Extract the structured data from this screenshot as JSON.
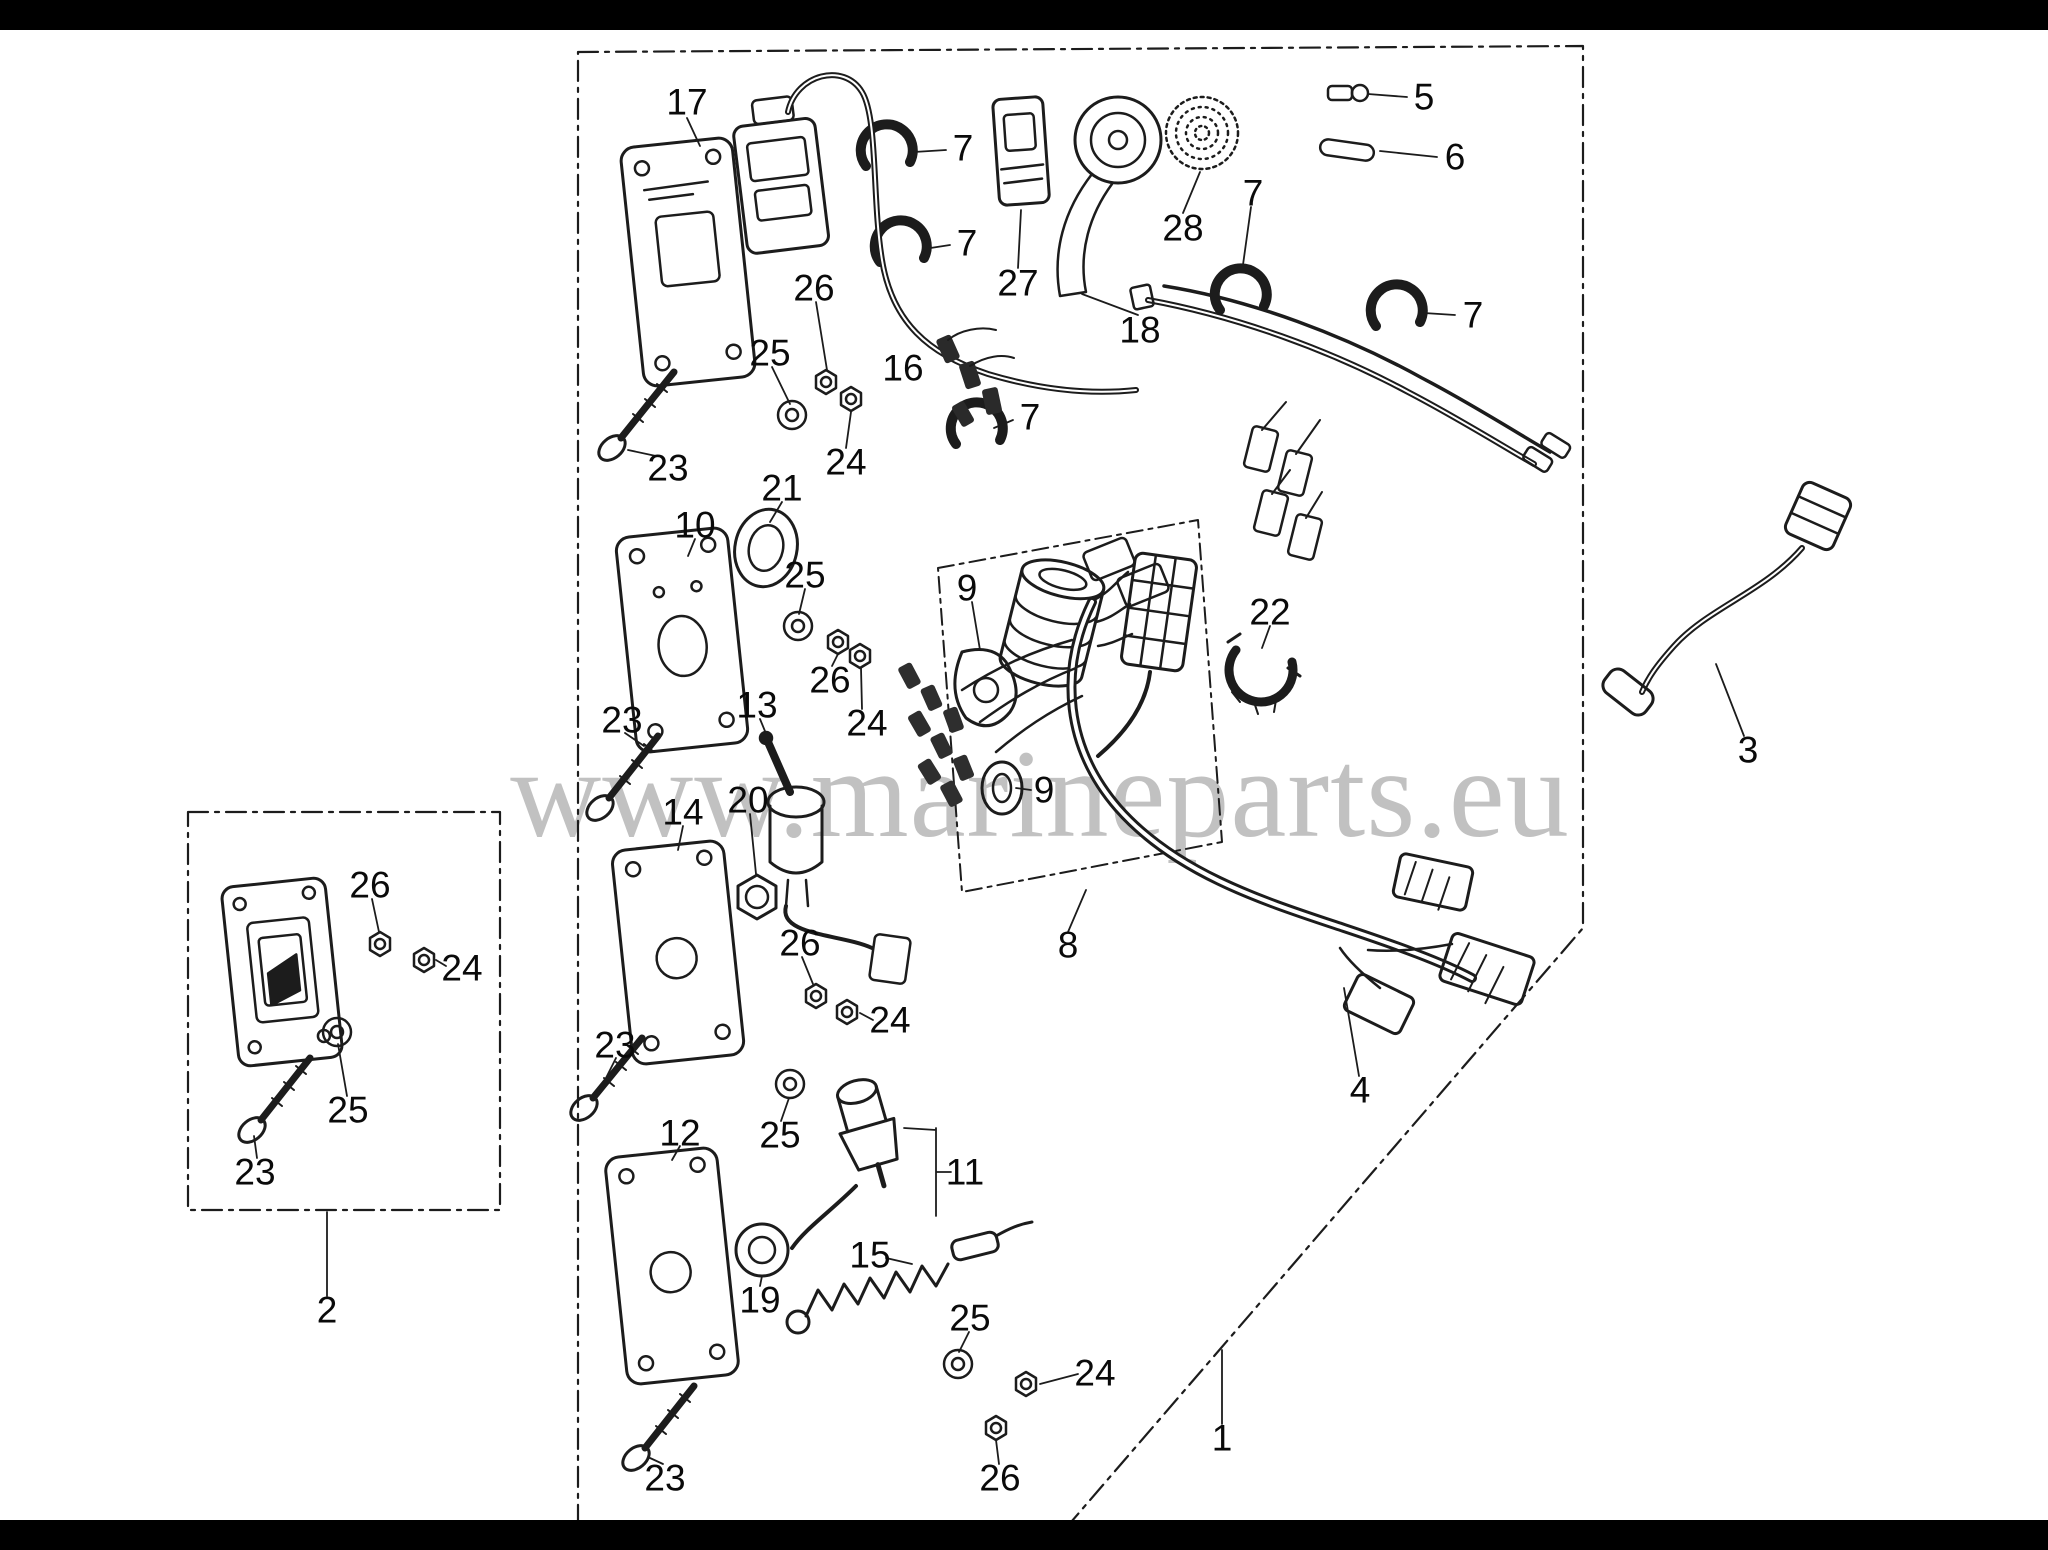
{
  "watermark": "www.marineparts.eu",
  "colors": {
    "line": "#1c1c1c",
    "watermark_gray": "#8f8f8f",
    "background": "#ffffff",
    "letterbox": "#000000"
  },
  "callouts": [
    "17",
    "7",
    "7",
    "27",
    "28",
    "18",
    "5",
    "6",
    "7",
    "7",
    "16",
    "26",
    "25",
    "24",
    "23",
    "21",
    "10",
    "25",
    "7",
    "26",
    "24",
    "9",
    "22",
    "3",
    "23",
    "13",
    "14",
    "20",
    "9",
    "8",
    "26",
    "24",
    "23",
    "12",
    "25",
    "11",
    "15",
    "19",
    "25",
    "24",
    "26",
    "23",
    "1",
    "4",
    "26",
    "24",
    "25",
    "23",
    "2"
  ]
}
